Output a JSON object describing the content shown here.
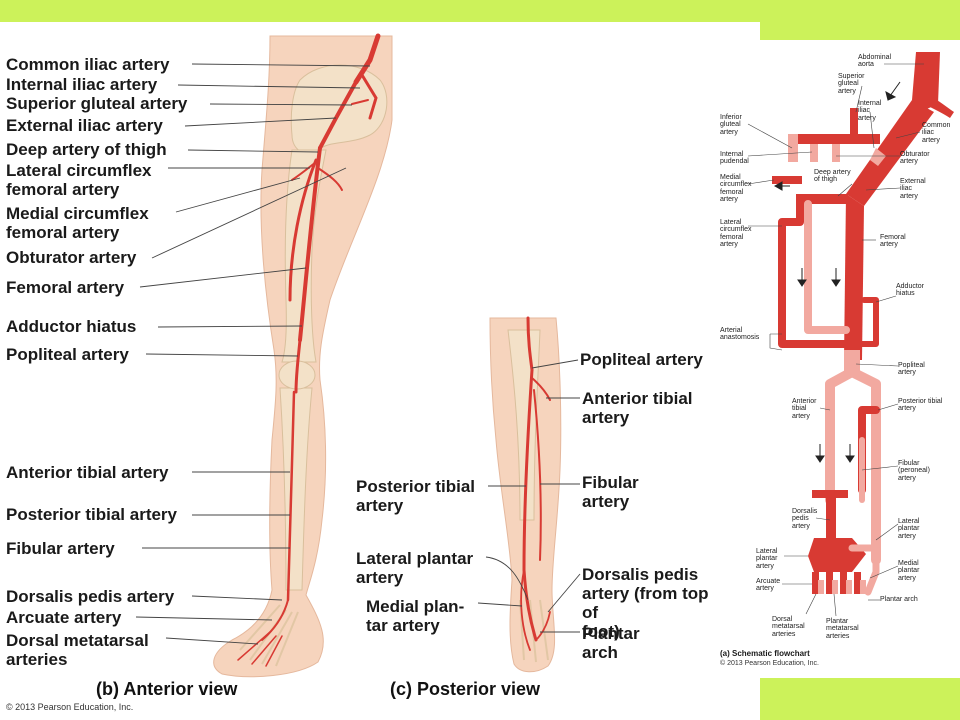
{
  "colors": {
    "band": "#ccf25a",
    "artery": "#d83a33",
    "artery_light": "#f2a9a0",
    "skin": "#f6d4bd",
    "bone": "#f3e1c8",
    "leader": "#444444"
  },
  "anterior": {
    "labels": [
      {
        "text": "Common iliac artery"
      },
      {
        "text": "Internal iliac artery"
      },
      {
        "text": "Superior gluteal artery"
      },
      {
        "text": "External iliac artery"
      },
      {
        "text": "Deep artery of thigh"
      },
      {
        "text": "Lateral circumflex\nfemoral artery"
      },
      {
        "text": "Medial circumflex\nfemoral artery"
      },
      {
        "text": "Obturator artery"
      },
      {
        "text": "Femoral artery"
      },
      {
        "text": "Adductor hiatus"
      },
      {
        "text": "Popliteal artery"
      },
      {
        "text": "Anterior tibial artery"
      },
      {
        "text": "Posterior tibial artery"
      },
      {
        "text": "Fibular artery"
      },
      {
        "text": "Dorsalis pedis artery"
      },
      {
        "text": "Arcuate artery"
      },
      {
        "text": "Dorsal metatarsal\narteries"
      }
    ],
    "caption": "(b) Anterior view",
    "copyright": "© 2013 Pearson Education, Inc."
  },
  "posterior": {
    "labels": [
      {
        "text": "Popliteal artery"
      },
      {
        "text": "Anterior tibial\nartery"
      },
      {
        "text": "Posterior tibial\nartery"
      },
      {
        "text": "Fibular\nartery"
      },
      {
        "text": "Lateral plantar\nartery"
      },
      {
        "text": "Dorsalis pedis\nartery (from top of\nfoot)"
      },
      {
        "text": "Medial plan-\ntar artery"
      },
      {
        "text": "Plantar\narch"
      }
    ],
    "caption": "(c) Posterior view"
  },
  "flowchart": {
    "labels": [
      {
        "text": "Abdominal\naorta"
      },
      {
        "text": "Superior\ngluteal\nartery"
      },
      {
        "text": "Internal\niliac\nartery"
      },
      {
        "text": "Common\niliac\nartery"
      },
      {
        "text": "Inferior\ngluteal\nartery"
      },
      {
        "text": "Internal\npudendal"
      },
      {
        "text": "Obturator\nartery"
      },
      {
        "text": "Deep artery\nof thigh"
      },
      {
        "text": "Medial\ncircumflex\nfemoral\nartery"
      },
      {
        "text": "External\niliac\nartery"
      },
      {
        "text": "Lateral\ncircumflex\nfemoral\nartery"
      },
      {
        "text": "Femoral\nartery"
      },
      {
        "text": "Adductor\nhiatus"
      },
      {
        "text": "Arterial\nanastomosis"
      },
      {
        "text": "Popliteal\nartery"
      },
      {
        "text": "Anterior\ntibial\nartery"
      },
      {
        "text": "Posterior tibial\nartery"
      },
      {
        "text": "Fibular\n(peroneal)\nartery"
      },
      {
        "text": "Dorsalis\npedis\nartery"
      },
      {
        "text": "Lateral\nplantar\nartery"
      },
      {
        "text": "Lateral\nplantar\nartery"
      },
      {
        "text": "Medial\nplantar\nartery"
      },
      {
        "text": "Arcuate\nartery"
      },
      {
        "text": "Plantar arch"
      },
      {
        "text": "Dorsal\nmetatarsal\narteries"
      },
      {
        "text": "Plantar\nmetatarsal\narteries"
      }
    ],
    "caption": "(a) Schematic flowchart",
    "copyright": "© 2013 Pearson Education, Inc."
  }
}
